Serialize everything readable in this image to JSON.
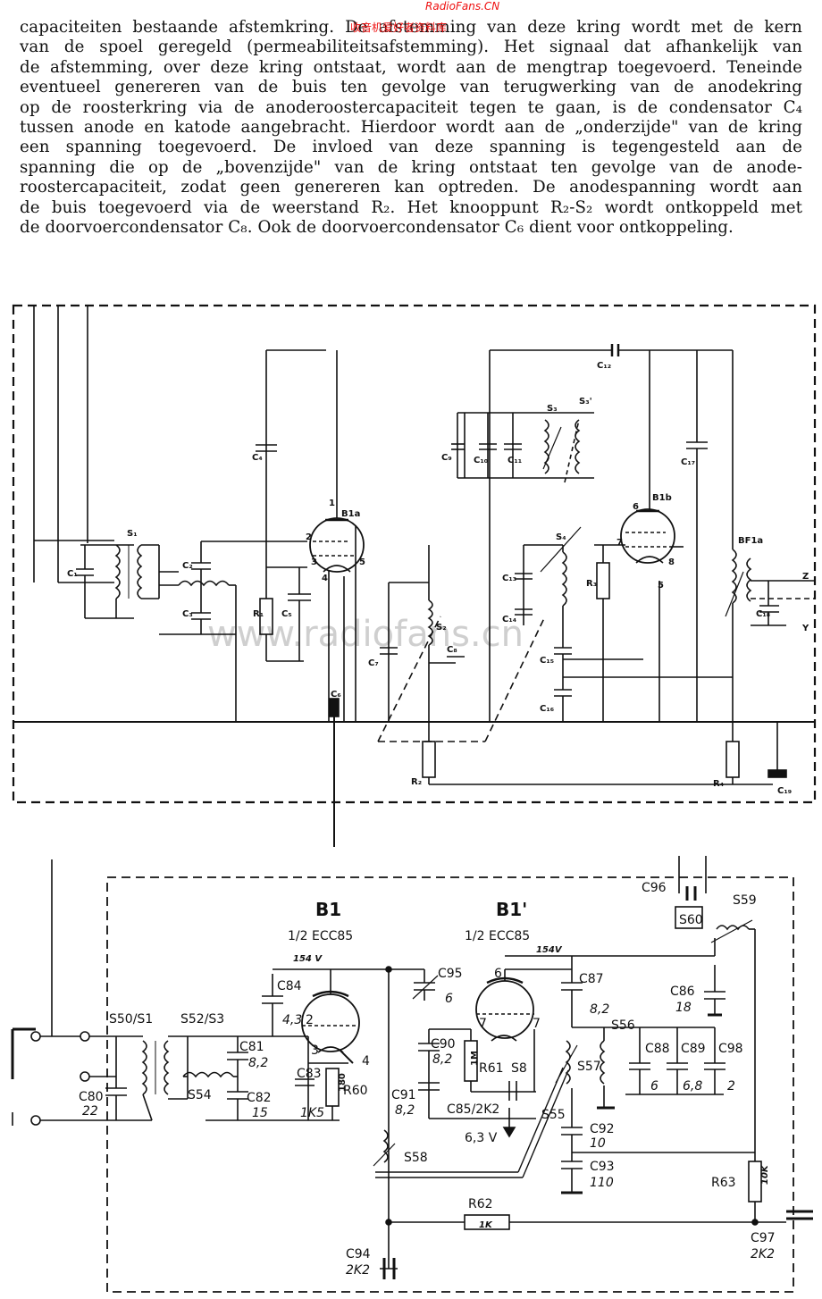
{
  "watermark": {
    "site_top": "RadioFans.CN",
    "cn_top": "收音机爱好者资料库",
    "center": "www.radiofans.cn"
  },
  "paragraph_lines": [
    "capaciteiten bestaande afstemkring. De afstemming van deze kring wordt met de kern",
    "van de spoel geregeld (permeabiliteitsafstemming). Het signaal dat afhankelijk van",
    "de afstemming, over deze kring ontstaat, wordt aan de mengtrap toegevoerd. Teneinde",
    "eventueel genereren van de buis ten gevolge van terugwerking van de anodekring",
    "op de roosterkring via de anoderoostercapaciteit tegen te gaan, is de condensator C₄",
    "tussen anode en katode aangebracht. Hierdoor wordt aan de „onderzijde\" van de kring",
    "een spanning toegevoerd. De invloed van deze spanning is tegengesteld aan de",
    "spanning die op de „bovenzijde\" van de kring ontstaat ten gevolge van de anode-",
    "roostercapaciteit, zodat geen genereren kan optreden. De anodespanning wordt aan",
    "de buis toegevoerd via de weerstand R₂. Het knooppunt R₂-S₂ wordt ontkoppeld met",
    "de doorvoercondensator C₈. Ook de doorvoercondensator C₆ dient voor ontkoppeling."
  ],
  "upper": {
    "labels": {
      "s1": "S₁",
      "c1": "C₁",
      "c2": "C₂",
      "c3": "C₃",
      "r1": "R₁",
      "c5": "C₅",
      "c4": "C₄",
      "b1a": "B1a",
      "pin1": "1",
      "pin2": "2",
      "pin3": "3",
      "pin4": "4",
      "pin5": "5",
      "c6": "C₆",
      "c7": "C₇",
      "s2": "S₂",
      "c8": "C₈",
      "r2": "R₂",
      "c9": "C₉",
      "c10": "C₁₀",
      "c11": "C₁₁",
      "s3": "S₃",
      "s3b": "S₃'",
      "c12": "C₁₂",
      "s4": "S₄",
      "c13": "C₁₃",
      "c14": "C₁₄",
      "c15": "C₁₅",
      "c16": "C₁₆",
      "r3": "R₃",
      "b1b": "B1b",
      "p6": "6",
      "p7": "7",
      "p8": "8",
      "p5b": "5",
      "c17": "C₁₇",
      "bf1a": "BF1a",
      "c18": "C₁₈",
      "r4": "R₄",
      "c19": "C₁₉",
      "z": "Z",
      "y": "Y"
    }
  },
  "lower": {
    "tube1_title": "B1",
    "tube1_sub": "1/2 ECC85",
    "tube2_title": "B1'",
    "tube2_sub": "1/2 ECC85",
    "v154a": "154 V",
    "v154b": "154V",
    "labels": {
      "s50": "S50/S1",
      "s52": "S52/S3",
      "s54": "S54",
      "c80": "C80",
      "c80v": "22",
      "c81": "C81",
      "c81v": "8,2",
      "c82": "C82",
      "c82v": "15",
      "c84": "C84",
      "c84v": "4,3",
      "c83": "C83",
      "c83v": "1K5",
      "r60": "R60",
      "r60v": "180",
      "p2": "2",
      "p3": "3",
      "p4": "4",
      "p6": "6",
      "p7a": "7",
      "p7b": "7",
      "c95": "C95",
      "c95v": "6",
      "c90": "C90",
      "c90v": "8,2",
      "r61": "R61",
      "r61v": "1M",
      "s58b": "S8",
      "c91": "C91",
      "c91v": "8,2",
      "c85": "C85/2K2",
      "v63": "6,3 V",
      "s58": "S58",
      "c94": "C94",
      "c94v": "2K2",
      "r62": "R62",
      "r62v": "1K",
      "c87": "C87",
      "c87v": "8,2",
      "s57": "S57",
      "s56": "S56",
      "s55": "S55",
      "c92": "C92",
      "c92v": "10",
      "c93": "C93",
      "c93v": "110",
      "c88": "C88",
      "c88v": "6",
      "c89": "C89",
      "c89v": "6,8",
      "c98": "C98",
      "c98v": "2",
      "c86": "C86",
      "c86v": "18",
      "c96": "C96",
      "s60": "S60",
      "s59": "S59",
      "r63": "R63",
      "r63v": "10K",
      "c97": "C97",
      "c97v": "2K2"
    }
  }
}
